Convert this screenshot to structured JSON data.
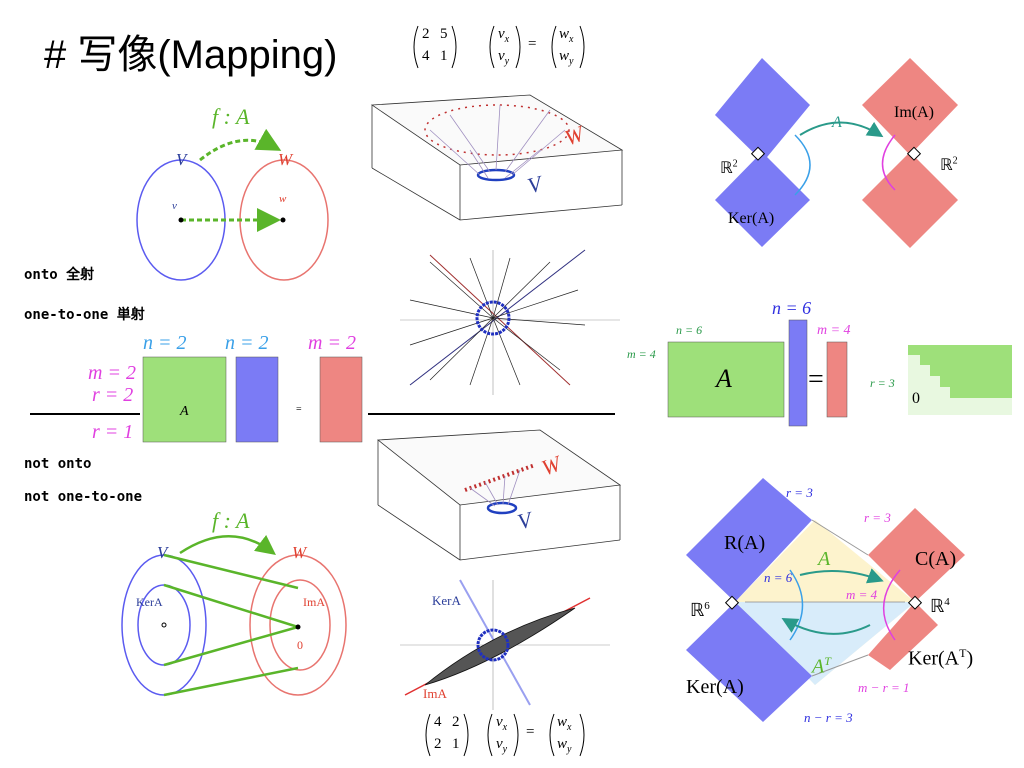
{
  "title": "# 写像(Mapping)",
  "colors": {
    "blue": "#5b5bf0",
    "red": "#e8746f",
    "green": "#5ab52a",
    "magenta": "#e040e0",
    "lightblue": "#3aa0e8",
    "palegreen": "#9ee07a"
  },
  "eq_top": {
    "m11": "2",
    "m12": "5",
    "m21": "4",
    "m22": "1",
    "v1": "v",
    "v1s": "x",
    "v2": "v",
    "v2s": "y",
    "w1": "w",
    "w1s": "x",
    "w2": "w",
    "w2s": "y",
    "eq": "="
  },
  "eq_bottom": {
    "m11": "4",
    "m12": "2",
    "m21": "2",
    "m22": "1",
    "v1": "v",
    "v1s": "x",
    "v2": "v",
    "v2s": "y",
    "w1": "w",
    "w1s": "x",
    "w2": "w",
    "w2s": "y",
    "eq": "="
  },
  "map_top": {
    "f": "f : A",
    "V": "V",
    "W": "W",
    "v": "v",
    "w": "w"
  },
  "map_bottom": {
    "f": "f : A",
    "V": "V",
    "W": "W",
    "ker": "KerA",
    "im": "ImA",
    "zero": "0"
  },
  "labels": {
    "onto": "onto 全射",
    "one_to_one": "one-to-one 単射",
    "not_onto": "not onto",
    "not_one_to_one": "not one-to-one"
  },
  "blocks_left": {
    "n1": "n = 2",
    "n2": "n = 2",
    "m_right": "m = 2",
    "m_left": "m = 2",
    "r_top": "r = 2",
    "r_bot": "r = 1",
    "A": "A",
    "eq": "="
  },
  "blocks_right": {
    "n_top": "n = 6",
    "n_small": "n = 6",
    "m_left": "m = 4",
    "m_right": "m = 4",
    "A": "A",
    "eq": "=",
    "r": "r = 3",
    "zero": "0"
  },
  "plots": {
    "W": "W",
    "V": "V",
    "kerA": "KerA",
    "imA": "ImA"
  },
  "diag_top": {
    "A": "A",
    "im": "Im(A)",
    "ker": "Ker(A)",
    "R2_left": "ℝ",
    "R2_left_sup": "2",
    "R2_right": "ℝ",
    "R2_right_sup": "2"
  },
  "diag_big": {
    "RA": "R(A)",
    "CA": "C(A)",
    "KerA": "Ker(A)",
    "KerAT": "Ker(A",
    "T": "T",
    "close": ")",
    "R6": "ℝ",
    "R6_sup": "6",
    "R4": "ℝ",
    "R4_sup": "4",
    "r_top": "r = 3",
    "r_right": "r = 3",
    "n6": "n = 6",
    "m4": "m = 4",
    "A": "A",
    "AT": "A",
    "AT_sup": "T",
    "m_r": "m − r = 1",
    "n_r": "n − r = 3"
  }
}
